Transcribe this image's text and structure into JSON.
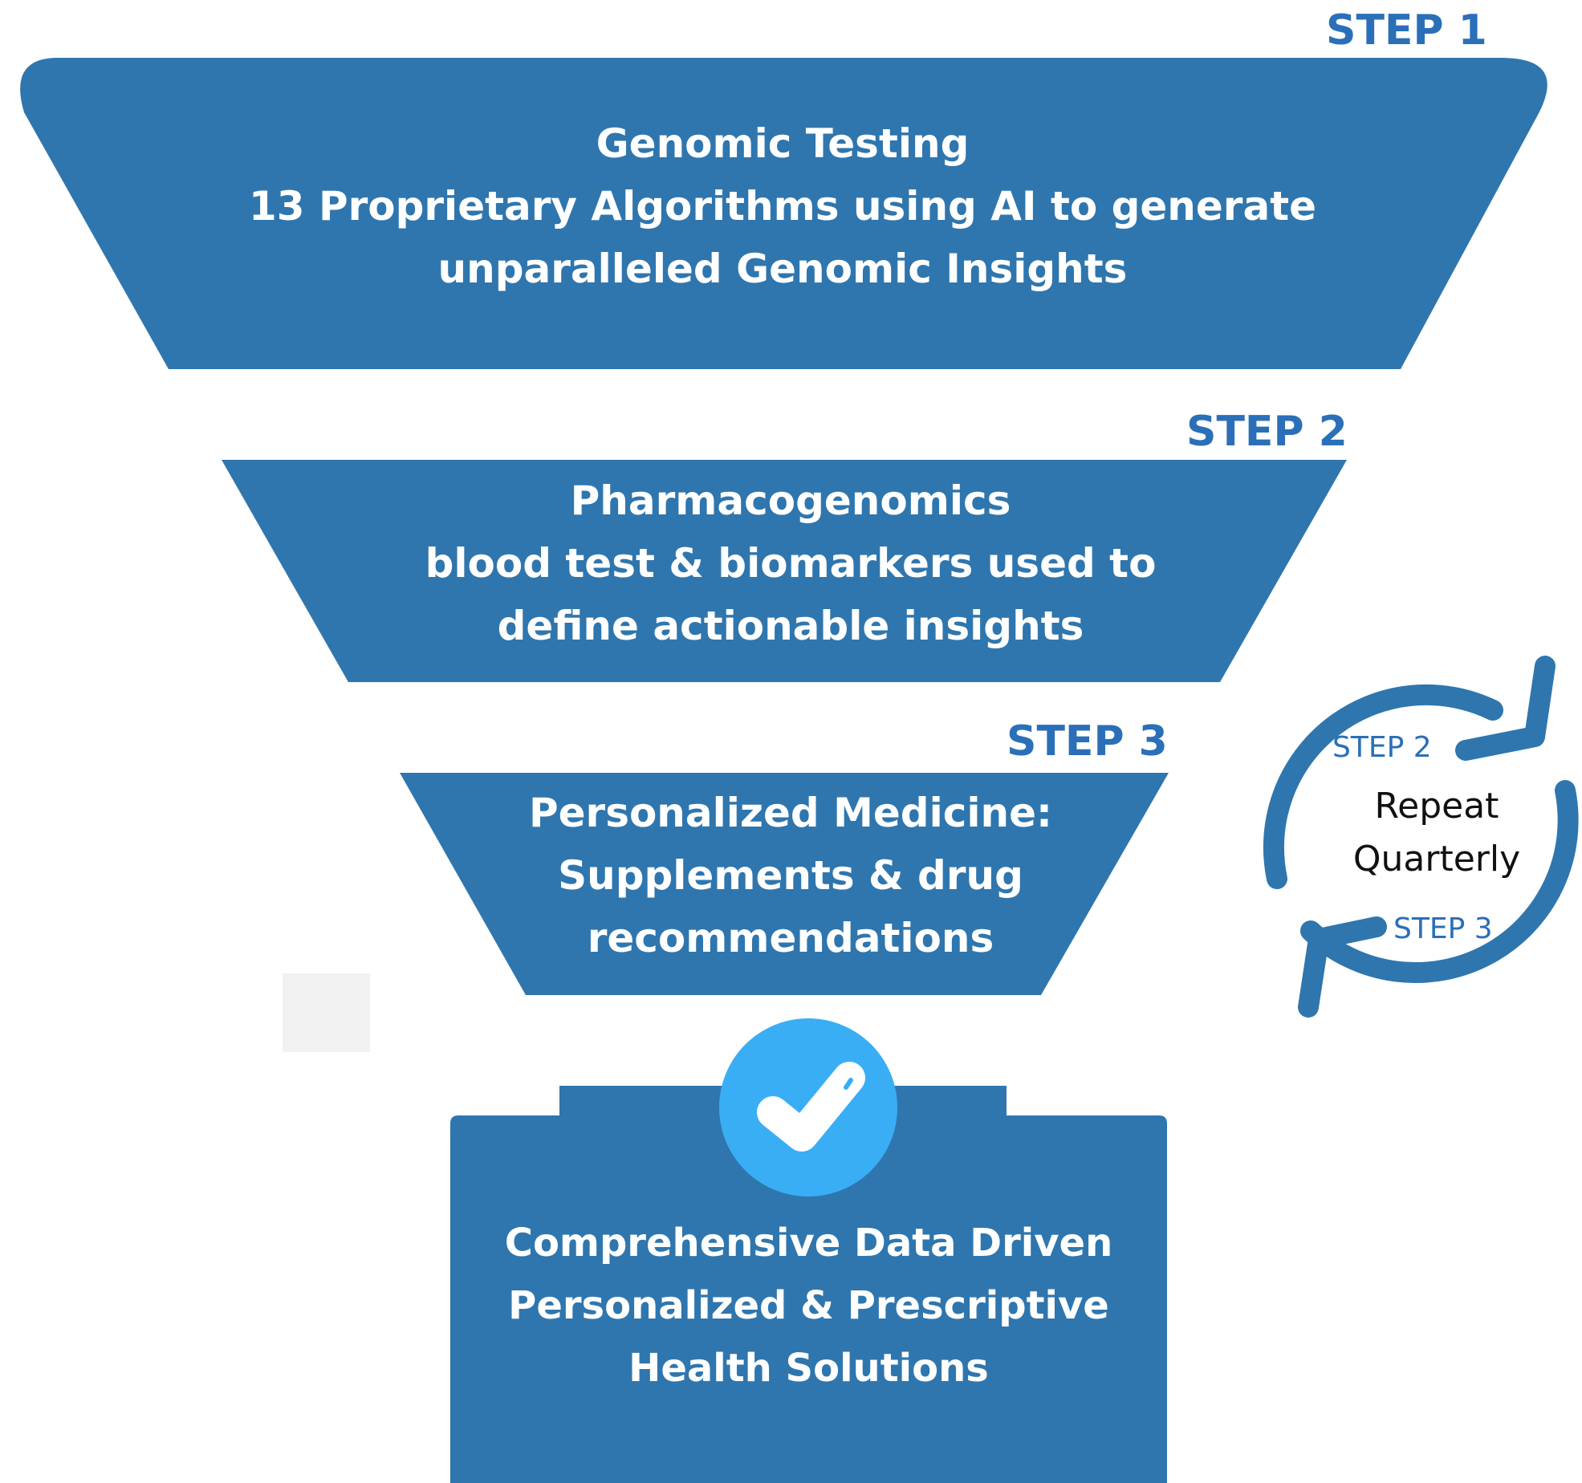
{
  "colors": {
    "funnel_blue": "#2f76ae",
    "label_blue": "#2b6fb8",
    "check_circle": "#3aaef5",
    "placeholder_gray": "#f2f2f2"
  },
  "step1": {
    "label": "STEP 1",
    "title": "Genomic Testing",
    "line2": "13 Proprietary Algorithms using AI to generate",
    "line3": "unparalleled Genomic Insights"
  },
  "step2": {
    "label": "STEP 2",
    "title": "Pharmacogenomics",
    "line2": "blood test & biomarkers used to",
    "line3": "define actionable insights"
  },
  "step3": {
    "label": "STEP 3",
    "title": "Personalized Medicine:",
    "line2": "Supplements & drug",
    "line3": "recommendations"
  },
  "result": {
    "icon": "checkmark-icon",
    "line1": "Comprehensive Data Driven",
    "line2": "Personalized & Prescriptive",
    "line3": "Health Solutions"
  },
  "cycle": {
    "icon": "cycle-arrows-icon",
    "top_step": "STEP 2",
    "bottom_step": "STEP  3",
    "line1": "Repeat",
    "line2": "Quarterly"
  }
}
